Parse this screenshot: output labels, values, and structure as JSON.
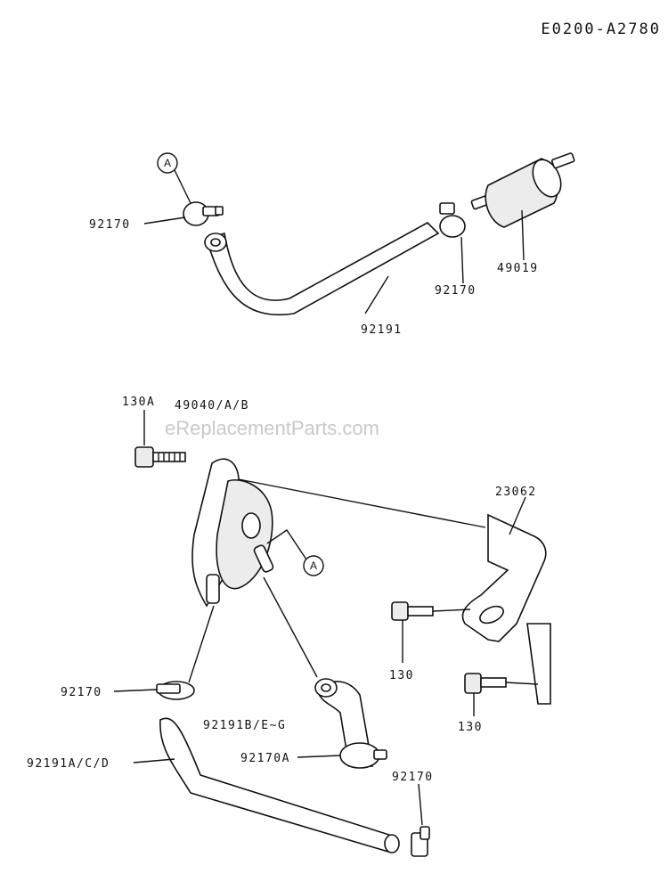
{
  "diagram_code": "E0200-A2780",
  "watermark": "eReplacementParts.com",
  "callout_letter": "A",
  "labels": {
    "clamp_a_top": "92170",
    "clamp_b_top": "92170",
    "fuel_filter": "49019",
    "hose_top": "92191",
    "bolt_130a": "130A",
    "fuel_pump": "49040/A/B",
    "bracket": "23062",
    "bolt_130_upper": "130",
    "bolt_130_lower": "130",
    "clamp_mid_left": "92170",
    "hose_elbow": "92191B/E~G",
    "clamp_92170a": "92170A",
    "hose_bottom": "92191A/C/D",
    "clamp_bottom": "92170"
  }
}
